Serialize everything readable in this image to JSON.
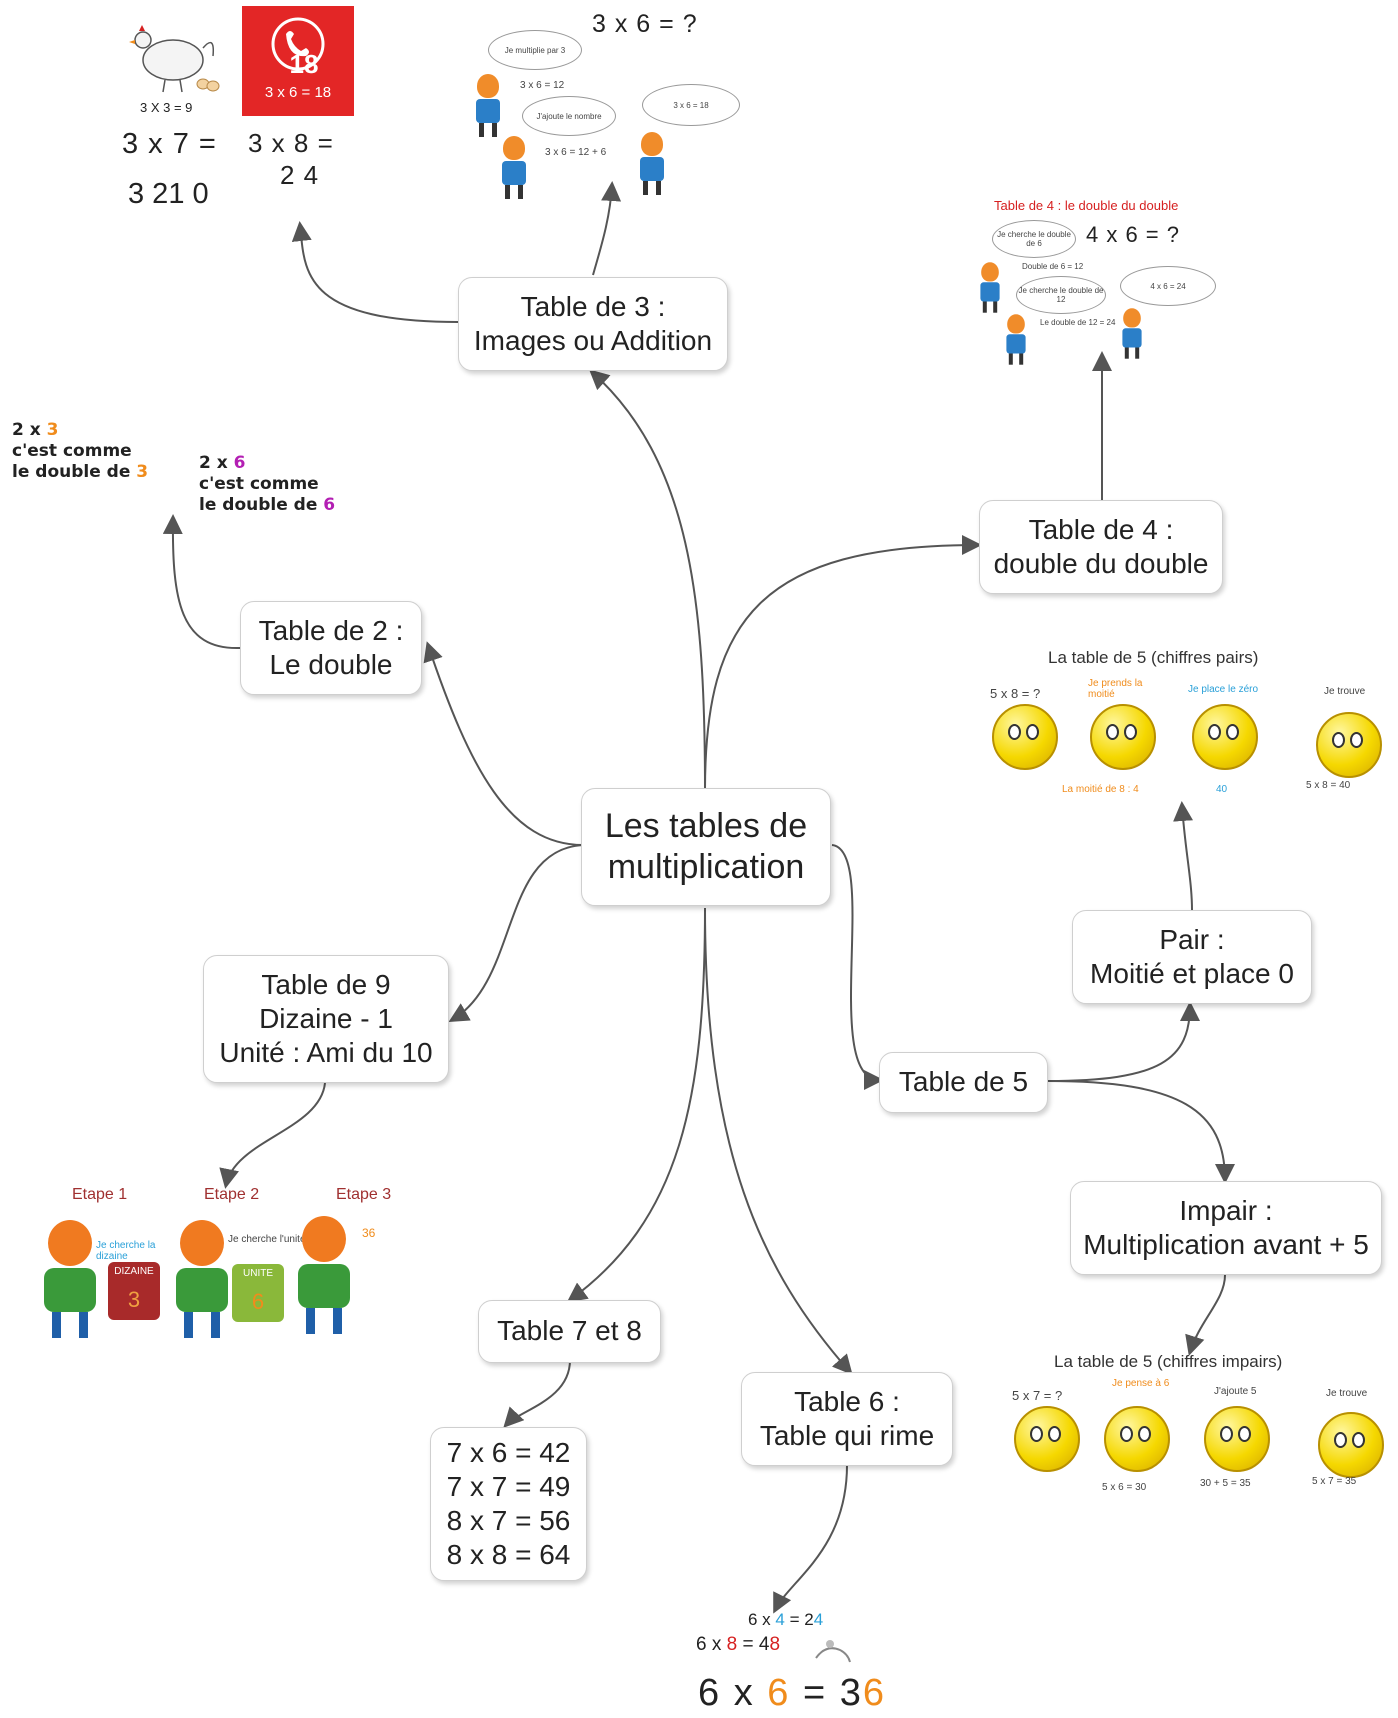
{
  "center": {
    "line1": "Les tables de",
    "line2": "multiplication"
  },
  "nodes": {
    "table3": {
      "line1": "Table de 3 :",
      "line2": "Images ou Addition"
    },
    "table4": {
      "line1": "Table de 4 :",
      "line2": "double du double"
    },
    "table2": {
      "line1": "Table de 2 :",
      "line2": "Le double"
    },
    "table9": {
      "line1": "Table de 9",
      "line2": "Dizaine - 1",
      "line3": "Unité : Ami du 10"
    },
    "table5": {
      "line1": "Table de 5"
    },
    "pair": {
      "line1": "Pair :",
      "line2": "Moitié et place 0"
    },
    "impair": {
      "line1": "Impair :",
      "line2": "Multiplication avant + 5"
    },
    "table78": {
      "line1": "Table 7 et 8"
    },
    "table6": {
      "line1": "Table 6 :",
      "line2": "Table qui rime"
    },
    "facts78": [
      "7 x 6 = 42",
      "7 x 7 = 49",
      "8 x 7 = 56",
      "8 x 8 = 64"
    ]
  },
  "table3_images": {
    "hen_caption": "3 X 3 = 9",
    "eq1": "3 x 7 =",
    "eq1_answer": "3 21 0",
    "firefighter_sign": "18",
    "firefighter_caption": "3 x 6 = 18",
    "eq2": "3 x 8 =",
    "eq2_answer": "2 4",
    "question": "3 x 6 = ?",
    "bubble1": "Je multiplie par 3",
    "step1": "3 x 6 = 12",
    "bubble2": "J'ajoute le nombre",
    "step2": "3 x 6 = 12 + 6",
    "bubble3": "3 x 6 = 18"
  },
  "table4_images": {
    "title": "Table de 4 : le double du double",
    "question": "4 x 6 = ?",
    "bubble1": "Je cherche le double de 6",
    "step1": "Double de 6 = 12",
    "bubble2": "Je cherche le double de 12",
    "step2": "Le double de 12 = 24",
    "bubble3": "4 x 6 = 24"
  },
  "table2_notes": [
    {
      "prefix": "2 x ",
      "num": "3",
      "line2": "c'est comme",
      "line3": "le double de ",
      "num3": "3"
    },
    {
      "prefix": "2 x ",
      "num": "6",
      "line2": "c'est comme",
      "line3": "le double de ",
      "num3": "6"
    }
  ],
  "table5_pairs": {
    "title": "La table de 5 (chiffres pairs)",
    "q": "5 x 8 = ?",
    "s1": "Je prends la moitié",
    "s1b": "La moitié de 8 : 4",
    "s2": "Je place le zéro",
    "s2b": "40",
    "s3": "Je trouve",
    "s3b": "5 x 8 = 40"
  },
  "table5_impairs": {
    "title": "La table de 5 (chiffres impairs)",
    "q": "5 x 7 = ?",
    "s1": "Je pense à 6",
    "s1b": "5 x 6 = 30",
    "s2": "J'ajoute 5",
    "s2b": "30 + 5 = 35",
    "s3": "Je trouve",
    "s3b": "5 x 7 = 35"
  },
  "table9_steps": {
    "step1": "Etape 1",
    "step2": "Etape 2",
    "step3": "Etape 3",
    "card1_title": "DIZAINE",
    "card1_val": "3",
    "card2_title": "UNITE",
    "card2_val": "6",
    "bubble1": "Je cherche la dizaine",
    "bubble2": "Je cherche l'unité",
    "bubble3": "36"
  },
  "table6_images": {
    "l1a": "6 x ",
    "l1b": "4",
    "l1c": " = 2",
    "l1d": "4",
    "l2a": "6 x ",
    "l2b": "8",
    "l2c": " = 4",
    "l2d": "8",
    "l3a": "6 x ",
    "l3b": "6",
    "l3c": " = 3",
    "l3d": "6"
  },
  "colors": {
    "line": "#555555",
    "accent_red": "#d62020",
    "accent_orange": "#f08c1c",
    "accent_purple": "#b31fb3"
  }
}
